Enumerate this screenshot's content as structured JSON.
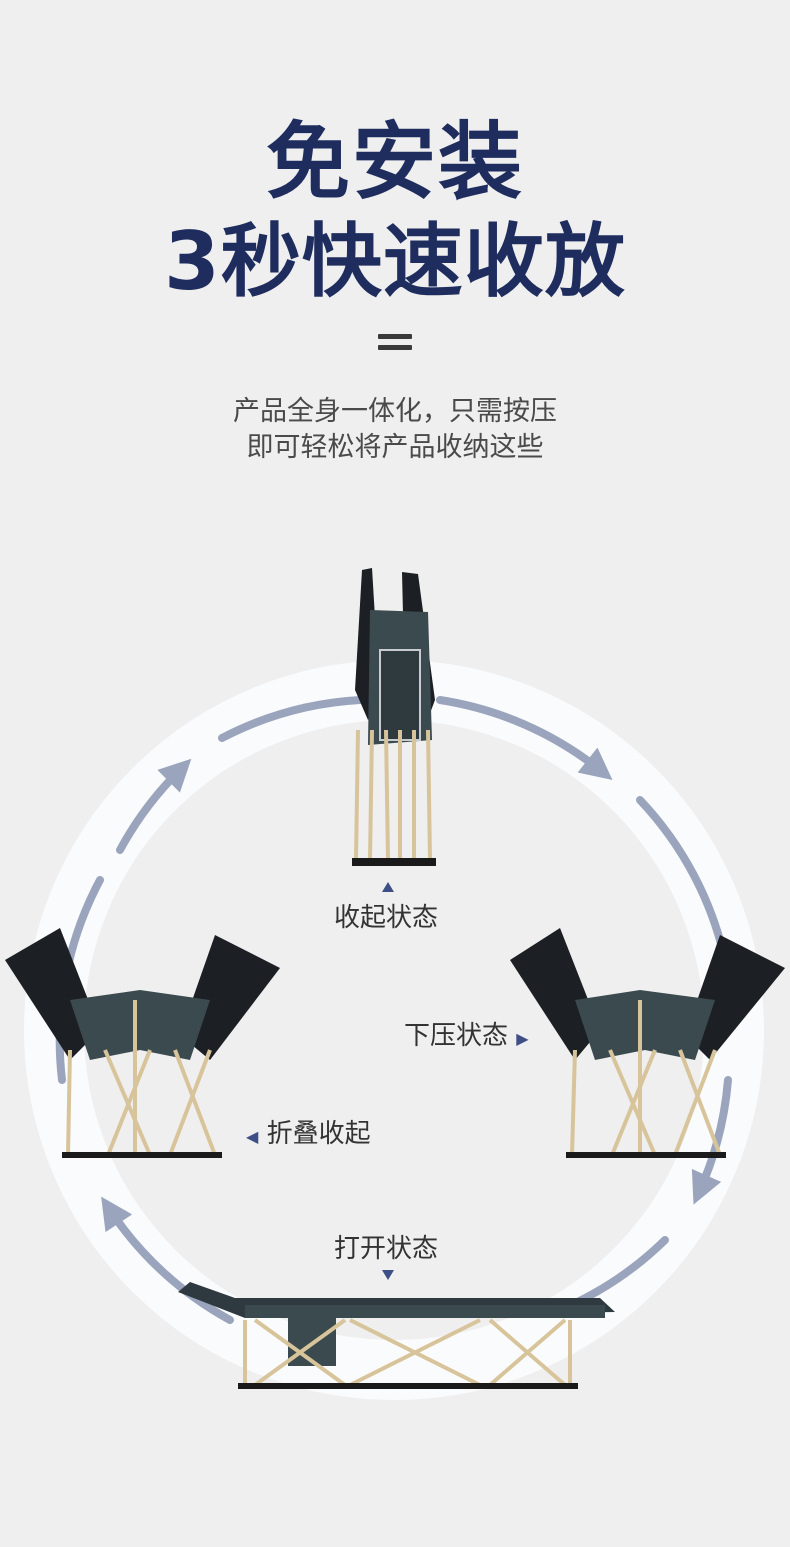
{
  "header": {
    "title_line1": "免安装",
    "title_line2": "3秒快速收放",
    "desc_line1": "产品全身一体化，只需按压",
    "desc_line2": "即可轻松将产品收纳这些"
  },
  "states": {
    "folded": "收起状态",
    "pressing": "下压状态",
    "folding": "折叠收起",
    "open": "打开状态"
  },
  "colors": {
    "title": "#1f2d5e",
    "arrow": "#9aa5bd",
    "ring": "#f8f9fb",
    "fabric": "#2a2f35",
    "frame": "#d8c49a"
  }
}
